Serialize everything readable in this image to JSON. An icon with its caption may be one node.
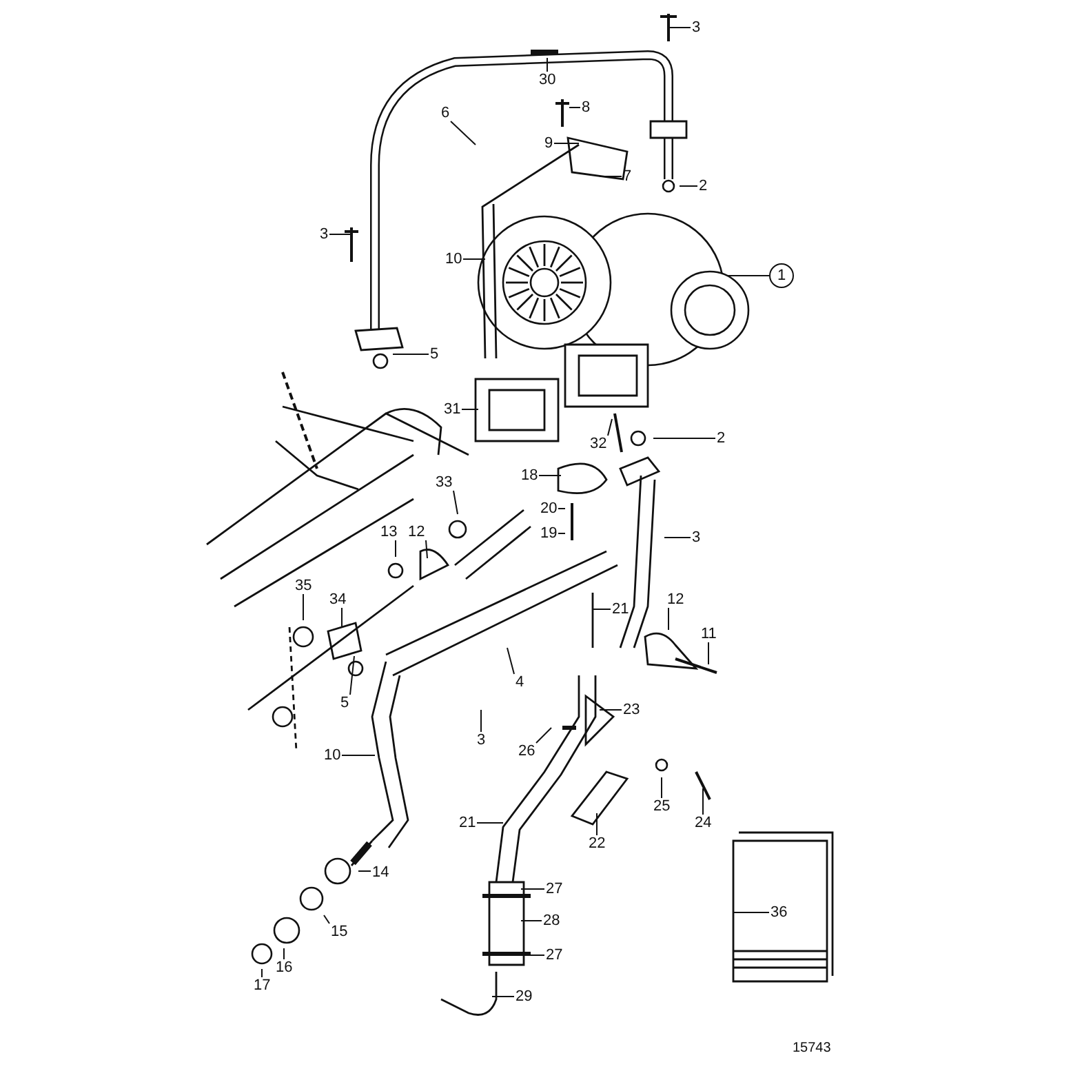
{
  "diagram": {
    "nodes": [
      {
        "text": [
          "3"
        ]
      },
      {
        "text": [
          "30"
        ]
      },
      {
        "text": [
          "6"
        ]
      },
      {
        "text": [
          "8"
        ]
      },
      {
        "text": [
          "9"
        ]
      },
      {
        "text": [
          "7"
        ]
      },
      {
        "text": [
          "2"
        ]
      },
      {
        "text": [
          "3"
        ]
      },
      {
        "text": [
          "10"
        ]
      },
      {
        "text": [
          "1"
        ]
      },
      {
        "text": [
          "5"
        ]
      },
      {
        "text": [
          "31"
        ]
      },
      {
        "text": [
          "2"
        ]
      },
      {
        "text": [
          "32"
        ]
      },
      {
        "text": [
          "18"
        ]
      },
      {
        "text": [
          "33"
        ]
      },
      {
        "text": [
          "20"
        ]
      },
      {
        "text": [
          "19"
        ]
      },
      {
        "text": [
          "3"
        ]
      },
      {
        "text": [
          "13"
        ]
      },
      {
        "text": [
          "12"
        ]
      },
      {
        "text": [
          "35"
        ]
      },
      {
        "text": [
          "34"
        ]
      },
      {
        "text": [
          "21"
        ]
      },
      {
        "text": [
          "12"
        ]
      },
      {
        "text": [
          "11"
        ]
      },
      {
        "text": [
          "4"
        ]
      },
      {
        "text": [
          "5"
        ]
      },
      {
        "text": [
          "23"
        ]
      },
      {
        "text": [
          "3"
        ]
      },
      {
        "text": [
          "26"
        ]
      },
      {
        "text": [
          "10"
        ]
      },
      {
        "text": [
          "25"
        ]
      },
      {
        "text": [
          "24"
        ]
      },
      {
        "text": [
          "22"
        ]
      },
      {
        "text": [
          "21"
        ]
      },
      {
        "text": [
          "27"
        ]
      },
      {
        "text": [
          "36"
        ]
      },
      {
        "text": [
          "28"
        ]
      },
      {
        "text": [
          "14"
        ]
      },
      {
        "text": [
          "15"
        ]
      },
      {
        "text": [
          "27"
        ]
      },
      {
        "text": [
          "16"
        ]
      },
      {
        "text": [
          "17"
        ]
      },
      {
        "text": [
          "29"
        ]
      }
    ],
    "edges": [
      {
        "from": 0,
        "to": null,
        "arrow": "none"
      },
      {
        "from": 1,
        "to": null,
        "arrow": "none"
      },
      {
        "from": 2,
        "to": null,
        "arrow": "none"
      },
      {
        "from": 3,
        "to": null,
        "arrow": "none"
      },
      {
        "from": 4,
        "to": null,
        "arrow": "none"
      },
      {
        "from": 5,
        "to": null,
        "arrow": "none"
      },
      {
        "from": 6,
        "to": null,
        "arrow": "none"
      },
      {
        "from": 7,
        "to": null,
        "arrow": "none"
      },
      {
        "from": 8,
        "to": null,
        "arrow": "none"
      },
      {
        "from": 9,
        "to": null,
        "arrow": "none"
      },
      {
        "from": 10,
        "to": null,
        "arrow": "none"
      },
      {
        "from": 11,
        "to": null,
        "arrow": "none"
      },
      {
        "from": 12,
        "to": null,
        "arrow": "none"
      },
      {
        "from": 13,
        "to": null,
        "arrow": "none"
      },
      {
        "from": 14,
        "to": null,
        "arrow": "none"
      },
      {
        "from": 15,
        "to": null,
        "arrow": "none"
      },
      {
        "from": 16,
        "to": null,
        "arrow": "none"
      },
      {
        "from": 17,
        "to": null,
        "arrow": "none"
      },
      {
        "from": 18,
        "to": null,
        "arrow": "none"
      },
      {
        "from": 19,
        "to": null,
        "arrow": "none"
      },
      {
        "from": 20,
        "to": null,
        "arrow": "none"
      },
      {
        "from": 21,
        "to": null,
        "arrow": "none"
      },
      {
        "from": 22,
        "to": null,
        "arrow": "none"
      },
      {
        "from": 23,
        "to": null,
        "arrow": "none"
      },
      {
        "from": 24,
        "to": null,
        "arrow": "none"
      },
      {
        "from": 25,
        "to": null,
        "arrow": "none"
      },
      {
        "from": 26,
        "to": null,
        "arrow": "none"
      },
      {
        "from": 27,
        "to": null,
        "arrow": "none"
      },
      {
        "from": 28,
        "to": null,
        "arrow": "none"
      },
      {
        "from": 29,
        "to": null,
        "arrow": "none"
      },
      {
        "from": 30,
        "to": null,
        "arrow": "none"
      },
      {
        "from": 31,
        "to": null,
        "arrow": "none"
      },
      {
        "from": 32,
        "to": null,
        "arrow": "none"
      },
      {
        "from": 33,
        "to": null,
        "arrow": "none"
      },
      {
        "from": 34,
        "to": null,
        "arrow": "none"
      },
      {
        "from": 35,
        "to": null,
        "arrow": "none"
      },
      {
        "from": 36,
        "to": null,
        "arrow": "none"
      },
      {
        "from": 37,
        "to": null,
        "arrow": "none"
      },
      {
        "from": 38,
        "to": null,
        "arrow": "none"
      },
      {
        "from": 39,
        "to": null,
        "arrow": "none"
      },
      {
        "from": 40,
        "to": null,
        "arrow": "none"
      },
      {
        "from": 41,
        "to": null,
        "arrow": "none"
      },
      {
        "from": 42,
        "to": null,
        "arrow": "none"
      },
      {
        "from": 43,
        "to": null,
        "arrow": "none"
      },
      {
        "from": 44,
        "to": null,
        "arrow": "none"
      }
    ],
    "labels": [
      "15743"
    ]
  }
}
